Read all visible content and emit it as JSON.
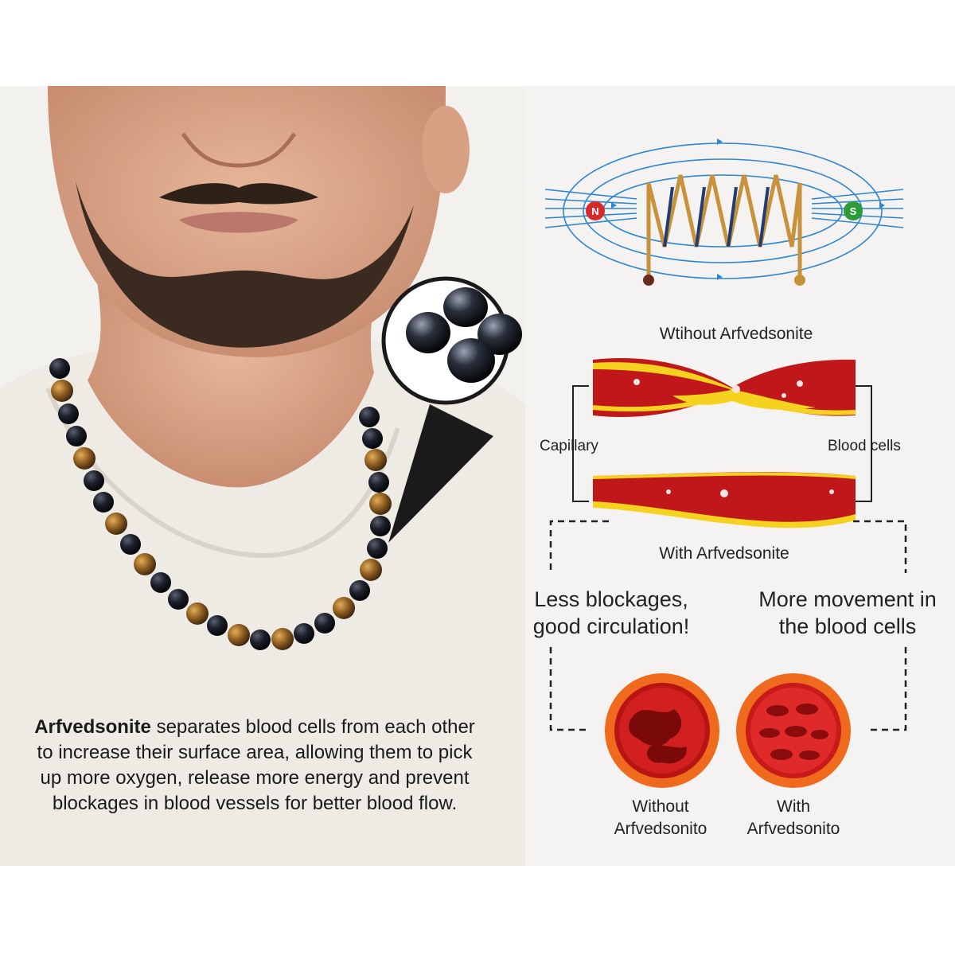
{
  "description": {
    "bold": "Arfvedsonite",
    "rest": " separates blood cells from each other to increase their surface area, allowing them to pick up more oxygen, release more energy and prevent blockages in blood vessels for better blood flow."
  },
  "magnet": {
    "north": "N",
    "south": "S"
  },
  "labels": {
    "without_top": "Wtihout Arfvedsonite",
    "capillary": "Capillary",
    "blood_cells": "Blood cells",
    "with_mid": "With Arfvedsonite",
    "benefit_left": "Less blockages, good circulation!",
    "benefit_right": "More movement in the blood cells",
    "circle_left_1": "Without",
    "circle_left_2": "Arfvedsonito",
    "circle_right_1": "With",
    "circle_right_2": "Arfvedsonito"
  },
  "colors": {
    "coil": "#c8923c",
    "field": "#2f86d1",
    "blood": "#c0171b",
    "plaque": "#f4d21f",
    "circle_ring": "#f06a1e",
    "north": "#d62a2a",
    "south": "#2e9b3a"
  }
}
